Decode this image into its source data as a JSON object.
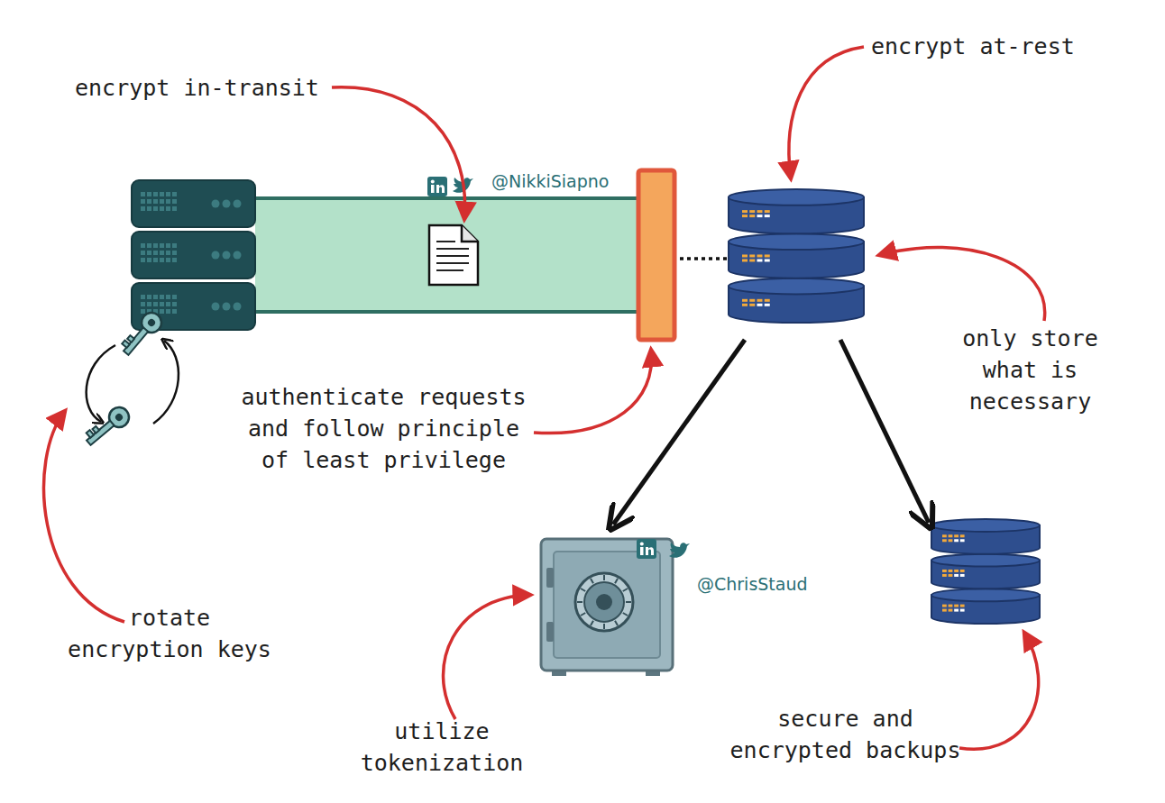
{
  "diagram": {
    "labels": [
      "encrypt in-transit",
      "encrypt at-rest",
      "@NikkiSiapno",
      "only store what is necessary",
      "authenticate requests and follow principle of least privilege",
      "@ChrisStaud",
      "rotate encryption keys",
      "utilize tokenization",
      "secure and encrypted backups"
    ]
  }
}
